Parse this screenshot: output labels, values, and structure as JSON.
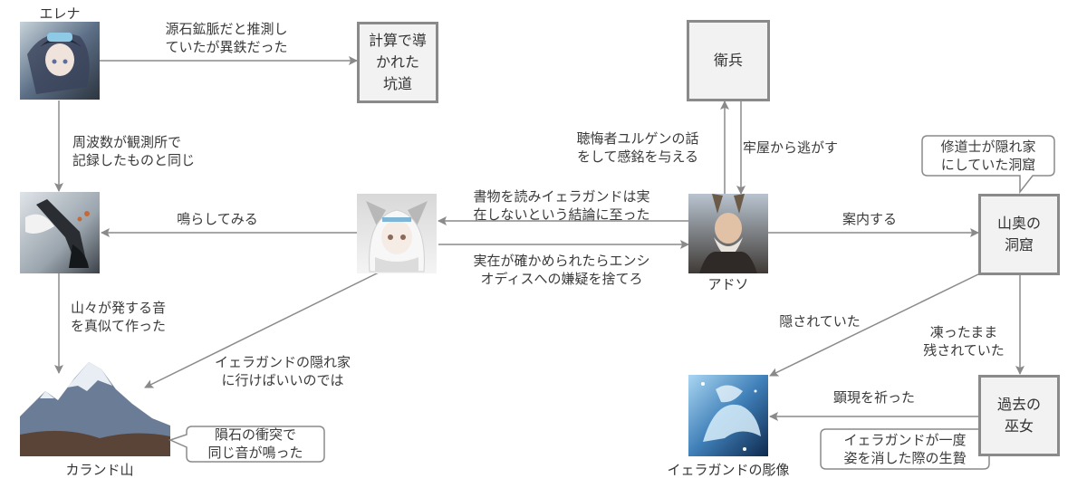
{
  "nodes": {
    "elena": {
      "name": "エレナ"
    },
    "adoso": {
      "name": "アドソ"
    },
    "karand": {
      "name": "カランド山"
    },
    "statue": {
      "name": "イェラガンドの彫像"
    },
    "koudou": {
      "label": "計算で導\nかれた\n坑道"
    },
    "eihei": {
      "label": "衛兵"
    },
    "doukutsu": {
      "label": "山奥の\n洞窟"
    },
    "miko": {
      "label": "過去の\n巫女"
    }
  },
  "edges": {
    "e1": "源石鉱脈だと推測し\nていたが異鉄だった",
    "e2": "周波数が観測所で\n記録したものと同じ",
    "e3": "鳴らしてみる",
    "e4": "山々が発する音\nを真似て作った",
    "e5": "イェラガンドの隠れ家\nに行けばいいのでは",
    "e6": "書物を読みイェラガンドは実\n在しないという結論に至った",
    "e7": "実在が確かめられたらエンシ\nオディスへの嫌疑を捨てろ",
    "e8": "聴悔者ユルゲンの話\nをして感銘を与える",
    "e9": "牢屋から逃がす",
    "e10": "案内する",
    "e11": "隠されていた",
    "e12": "凍ったまま\n残されていた",
    "e13": "顕現を祈った"
  },
  "callouts": {
    "c1": "隕石の衝突で\n同じ音が鳴った",
    "c2": "修道士が隠れ家\nにしていた洞窟",
    "c3": "イェラガンドが一度\n姿を消した際の生贄"
  }
}
